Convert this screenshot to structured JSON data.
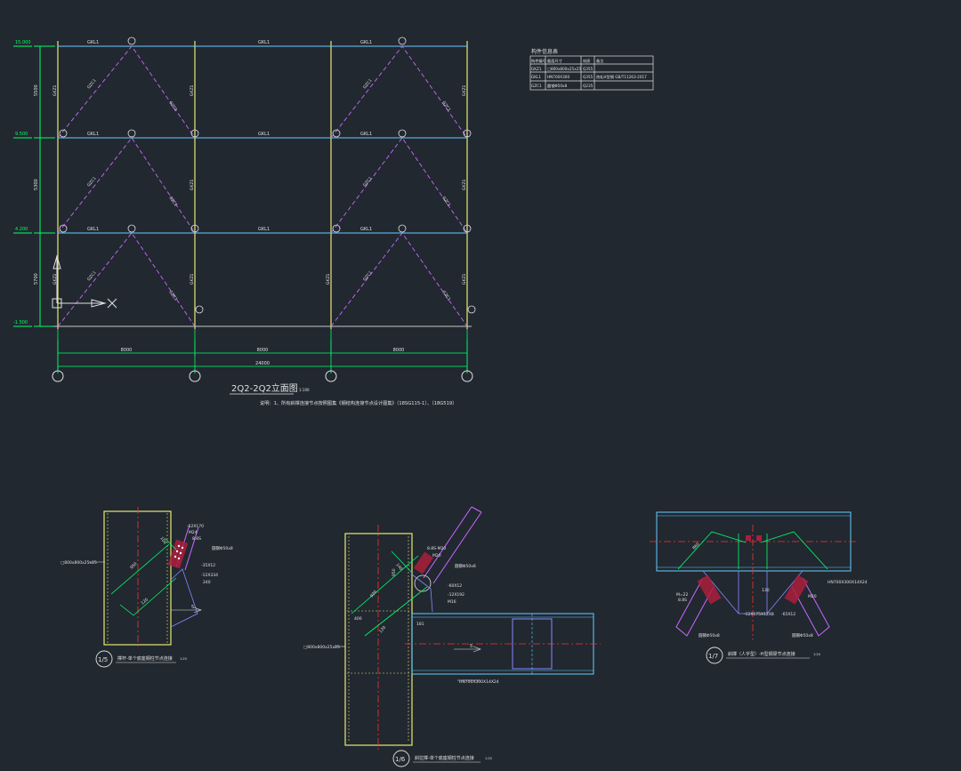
{
  "elevation": {
    "title": "2Q2-2Q2立面图",
    "scale": "1:100",
    "note": "说明：1、所有斜撑连接节点按照图集《钢结构连接节点设计图集》（18SG115-1）、（18G519）",
    "levels": [
      "15.000",
      "9.500",
      "4.200",
      "-1.500"
    ],
    "level_dims": [
      "5500",
      "5300",
      "5700"
    ],
    "beam_label": "GKL1",
    "col_label": "GKZ1",
    "brace_label": "GZC1",
    "span_dims": [
      "8000",
      "8000",
      "8000"
    ],
    "total_dim": "24000"
  },
  "member_table": {
    "title": "构件信息表",
    "headers": [
      "构件编号",
      "截面尺寸",
      "材质",
      "备注"
    ],
    "rows": [
      [
        "GKZ1",
        "□800x800x25x25",
        "Q355",
        ""
      ],
      [
        "GKL1",
        "HN700X300",
        "Q355",
        "热轧H型钢 GB/T11263-2017"
      ],
      [
        "GZC1",
        "圆钢Φ50x8",
        "Q235",
        ""
      ]
    ]
  },
  "detail5": {
    "title": "撑杆-单个底座钢柱节点连接",
    "scale": "1:20",
    "number": "1/5",
    "column_label": "□800x800x25x25",
    "labels": [
      "-12X170",
      "M24",
      "8.8S",
      "圆钢Φ50x8",
      "-35X12",
      "-12X334",
      "240"
    ],
    "dims": [
      "950",
      "120",
      "100"
    ]
  },
  "detail6": {
    "title": "斜拉撑-单个底座钢柱节点连接",
    "scale": "1:20",
    "number": "1/6",
    "column_label": "□800x800x25x25",
    "beam_label": "HN700X300X14X24",
    "labels": [
      "8.8S-M20",
      "M20",
      "圆钢Φ50x8",
      "-60X12",
      "-12X192",
      "M16"
    ],
    "dims": [
      "920",
      "950",
      "140",
      "400",
      "120",
      "181"
    ]
  },
  "detail7": {
    "title": "斜撑（人字型）-H型钢梁节点连接",
    "scale": "1:20",
    "number": "1/7",
    "beam_label": "HN700X300X14X24",
    "labels": [
      "M=22",
      "8.8S",
      "M20",
      "-12X175X12X8",
      "-65X12",
      "圆钢Φ50x8"
    ],
    "dims": [
      "860",
      "130"
    ]
  }
}
